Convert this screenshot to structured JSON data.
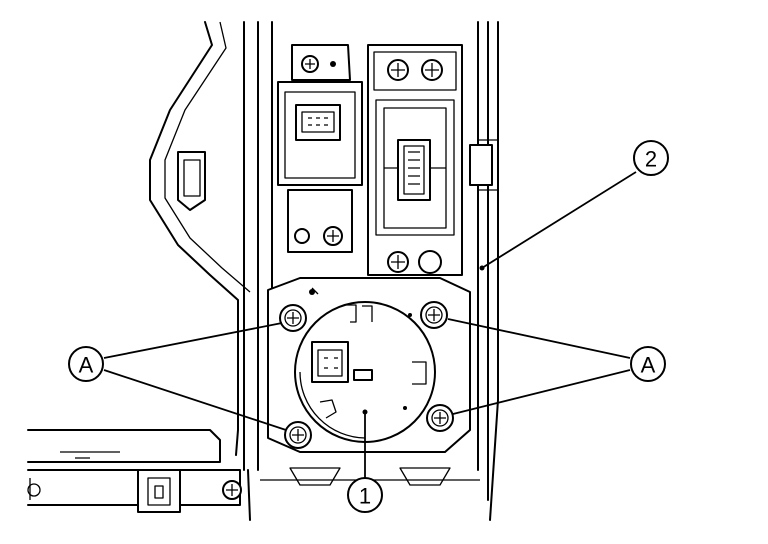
{
  "callouts": {
    "a_left": "A",
    "a_right": "A",
    "one": "1",
    "two": "2"
  },
  "colors": {
    "line": "#000000",
    "background": "#ffffff"
  }
}
